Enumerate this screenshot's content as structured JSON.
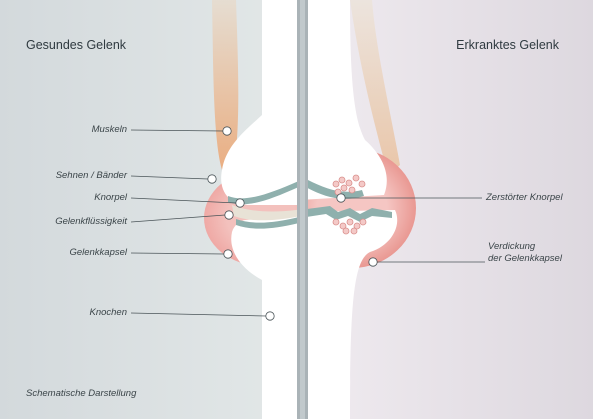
{
  "titles": {
    "healthy": "Gesundes Gelenk",
    "diseased": "Erkranktes Gelenk"
  },
  "labels_left": {
    "muscles": "Muskeln",
    "tendons": "Sehnen / Bänder",
    "cartilage": "Knorpel",
    "synovial_fluid": "Gelenkflüssigkeit",
    "capsule": "Gelenkkapsel",
    "bone": "Knochen"
  },
  "labels_right": {
    "destroyed_cartilage": "Zerstörter Knorpel",
    "thickened_capsule": "Verdickung\nder Gelenkkapsel"
  },
  "caption": "Schematische Darstellung",
  "colors": {
    "background_left": "#d9dee0",
    "background_right": "#e6e0e6",
    "divider": "#a9b2b6",
    "bone": "#ffffff",
    "cartilage": "#8fb0ad",
    "muscle": "#eab48a",
    "capsule": "#f2b7b2",
    "inflammation": "#e7a7a5",
    "leader_line": "#4a5458"
  }
}
